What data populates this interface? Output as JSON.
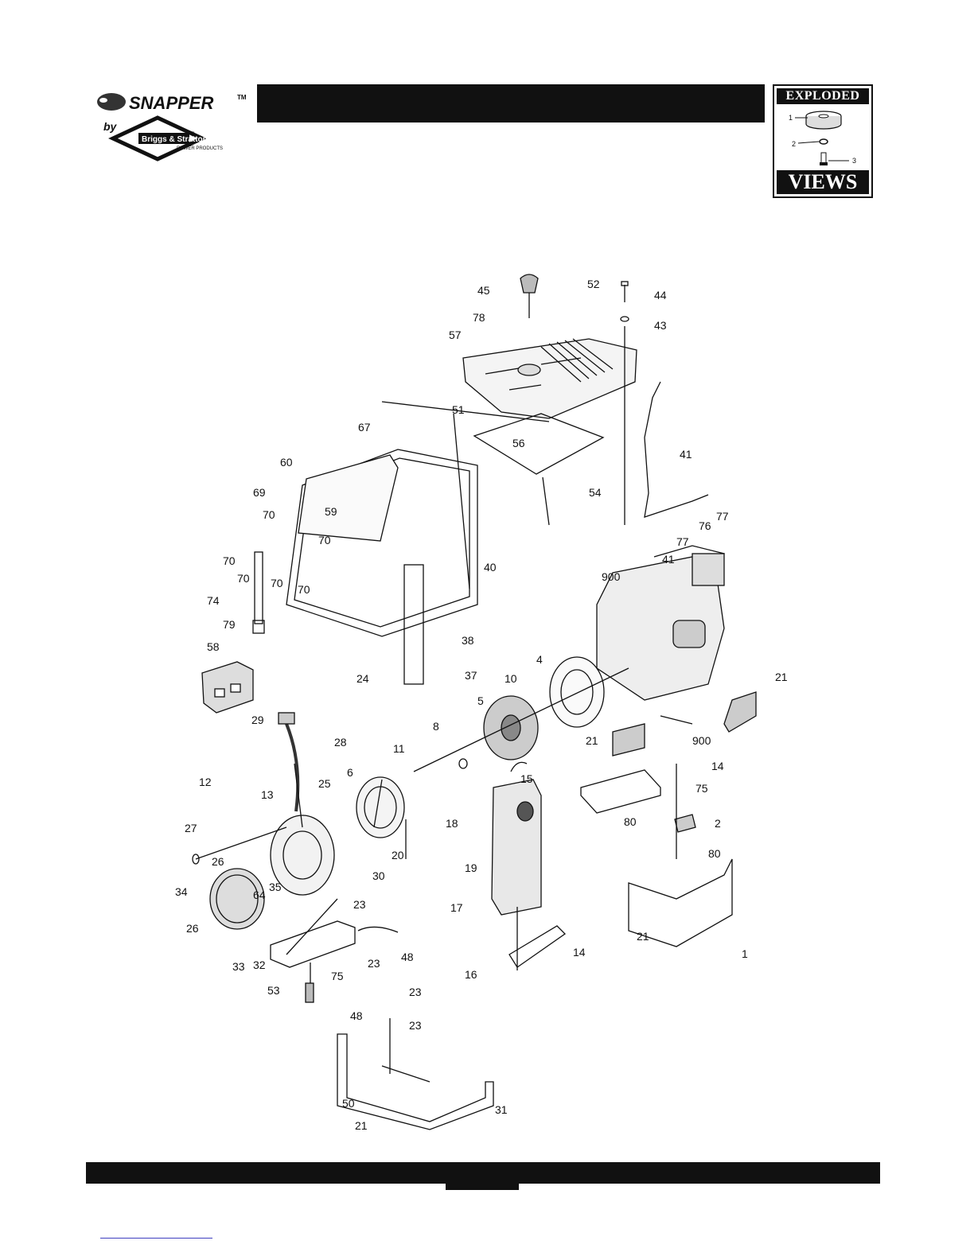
{
  "header": {
    "brand": "SNAPPER",
    "trademark": "TM",
    "by": "by",
    "maker": "Briggs & Stratton",
    "maker_mark": "®",
    "maker_sub": "POWER PRODUCTS",
    "title": ""
  },
  "badge": {
    "top": "EXPLODED",
    "bottom": "VIEWS",
    "callouts": [
      "1",
      "2",
      "3"
    ]
  },
  "callouts": [
    {
      "id": "c45",
      "label": "45"
    },
    {
      "id": "c52",
      "label": "52"
    },
    {
      "id": "c44",
      "label": "44"
    },
    {
      "id": "c78",
      "label": "78"
    },
    {
      "id": "c43",
      "label": "43"
    },
    {
      "id": "c57",
      "label": "57"
    },
    {
      "id": "c51",
      "label": "51"
    },
    {
      "id": "c67",
      "label": "67"
    },
    {
      "id": "c56",
      "label": "56"
    },
    {
      "id": "c41a",
      "label": "41"
    },
    {
      "id": "c60",
      "label": "60"
    },
    {
      "id": "c54",
      "label": "54"
    },
    {
      "id": "c69",
      "label": "69"
    },
    {
      "id": "c77a",
      "label": "77"
    },
    {
      "id": "c76",
      "label": "76"
    },
    {
      "id": "c59",
      "label": "59"
    },
    {
      "id": "c70a",
      "label": "70"
    },
    {
      "id": "c70b",
      "label": "70"
    },
    {
      "id": "c77b",
      "label": "77"
    },
    {
      "id": "c41b",
      "label": "41"
    },
    {
      "id": "c70c",
      "label": "70"
    },
    {
      "id": "c40",
      "label": "40"
    },
    {
      "id": "c70d",
      "label": "70"
    },
    {
      "id": "c70e",
      "label": "70"
    },
    {
      "id": "c70f",
      "label": "70"
    },
    {
      "id": "c900a",
      "label": "900"
    },
    {
      "id": "c74",
      "label": "74"
    },
    {
      "id": "c79",
      "label": "79"
    },
    {
      "id": "c38",
      "label": "38"
    },
    {
      "id": "c58",
      "label": "58"
    },
    {
      "id": "c4",
      "label": "4"
    },
    {
      "id": "c21a",
      "label": "21"
    },
    {
      "id": "c24",
      "label": "24"
    },
    {
      "id": "c37",
      "label": "37"
    },
    {
      "id": "c10",
      "label": "10"
    },
    {
      "id": "c5",
      "label": "5"
    },
    {
      "id": "c29",
      "label": "29"
    },
    {
      "id": "c8",
      "label": "8"
    },
    {
      "id": "c21b",
      "label": "21"
    },
    {
      "id": "c900b",
      "label": "900"
    },
    {
      "id": "c14a",
      "label": "14"
    },
    {
      "id": "c28",
      "label": "28"
    },
    {
      "id": "c11",
      "label": "11"
    },
    {
      "id": "c6",
      "label": "6"
    },
    {
      "id": "c15",
      "label": "15"
    },
    {
      "id": "c75a",
      "label": "75"
    },
    {
      "id": "c12",
      "label": "12"
    },
    {
      "id": "c25",
      "label": "25"
    },
    {
      "id": "c13",
      "label": "13"
    },
    {
      "id": "c18",
      "label": "18"
    },
    {
      "id": "c80a",
      "label": "80"
    },
    {
      "id": "c2",
      "label": "2"
    },
    {
      "id": "c27",
      "label": "27"
    },
    {
      "id": "c20",
      "label": "20"
    },
    {
      "id": "c19",
      "label": "19"
    },
    {
      "id": "c80b",
      "label": "80"
    },
    {
      "id": "c26a",
      "label": "26"
    },
    {
      "id": "c30",
      "label": "30"
    },
    {
      "id": "c35",
      "label": "35"
    },
    {
      "id": "c34",
      "label": "34"
    },
    {
      "id": "c64",
      "label": "64"
    },
    {
      "id": "c23a",
      "label": "23"
    },
    {
      "id": "c17",
      "label": "17"
    },
    {
      "id": "c26b",
      "label": "26"
    },
    {
      "id": "c21c",
      "label": "21"
    },
    {
      "id": "c1",
      "label": "1"
    },
    {
      "id": "c14b",
      "label": "14"
    },
    {
      "id": "c33",
      "label": "33"
    },
    {
      "id": "c32",
      "label": "32"
    },
    {
      "id": "c23b",
      "label": "23"
    },
    {
      "id": "c48a",
      "label": "48"
    },
    {
      "id": "c75b",
      "label": "75"
    },
    {
      "id": "c16",
      "label": "16"
    },
    {
      "id": "c53",
      "label": "53"
    },
    {
      "id": "c23c",
      "label": "23"
    },
    {
      "id": "c48b",
      "label": "48"
    },
    {
      "id": "c23d",
      "label": "23"
    },
    {
      "id": "c50",
      "label": "50"
    },
    {
      "id": "c31",
      "label": "31"
    },
    {
      "id": "c21d",
      "label": "21"
    }
  ],
  "footer": {
    "page_label": ""
  },
  "colors": {
    "ink": "#111111",
    "paper": "#ffffff",
    "link": "#4040c0"
  }
}
